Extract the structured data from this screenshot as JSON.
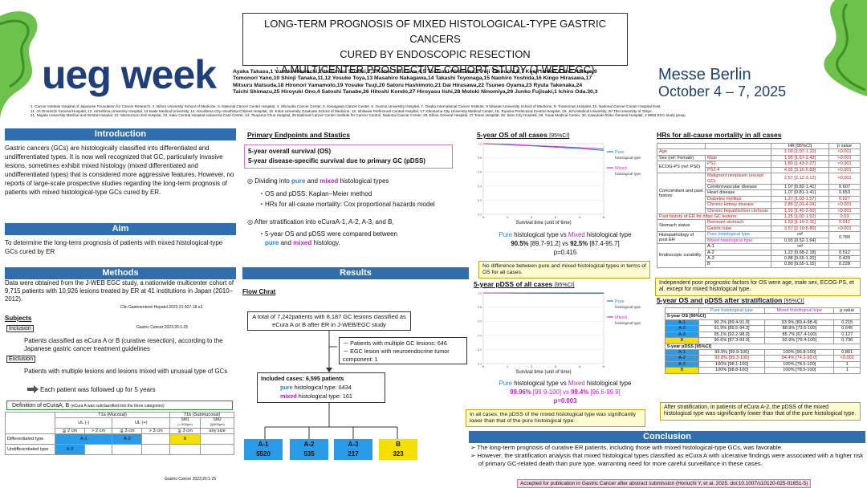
{
  "header": {
    "title_lines": [
      "LONG-TERM PROGNOSIS OF MIXED HISTOLOGICAL-TYPE GASTRIC CANCERS",
      "CURED BY ENDOSCOPIC RESECTION",
      ": A MULTICENTER PROSPECTIVE COHORT STUDY (J-WEB/EGC)"
    ],
    "authors_lines": [
      "Ayaka Takasu,1 Yusuke Horiuchi,1 Haruhisa Suzuki,2,3 Kohei Takizawa,4,5 Toshiaki Hirasawa,1 Yoji Takeuchi,6,7 Kenji Ishido,8 Shu Hoteya,9",
      "Tomonori Yano,10 Shinji Tanaka,11,12 Yosuke Toya,13 Masahiro Nakagawa,14 Takashi Toyonaga,15 Naohiro Yoshida,16 Kingo Hirasawa,17",
      "Mitsuru Matsuda,18 Hironori Yamamoto,19 Yosuke Tsuji,20 Satoru Hashimoto,21 Dai Hirasawa,22 Tsuneo Oyama,23 Ryuta Takenaka,24",
      "Taichi Shimazu,25 Hiroyuki Ono,4 Satoshi Tanabe,26 Hitoshi Kondo,27 Hiroyasu Iishi,28 Motoki Ninomiya,29 Junko Fujisaki,1 Ichiro Oda.30,3"
    ],
    "logo": "ueg week",
    "event_city": "Messe Berlin",
    "event_dates": "October 4 – 7, 2025",
    "affiliations_lines": [
      "1. Cancer Institute Hospital of Japanese Foundation for Cancer Research, 2. Nihon University School of Medicine, 3. National Cancer Center Hospital, 4. Shizuoka Cancer Center, 5. Kanagawa Cancer Center, 6. Gunma University Hospital, 7. Osaka International Cancer Institute, 8 Kitasato University School of Medicine, 9. Toranomon Hospital, 10. National Cancer Center Hospital East,",
      "11. JA Onomichi General Hospital, 12. Hiroshima University Hospital, 13 Iwate Medical University, 14. Hiroshima City Hiroshima Citizens Hospital, 15. Kobe University Graduate School of Medicine, 16. Ishikawa Prefectural Central Hospital, 17 Yokohama City University Medical Center, 18. Toyama Prefectural Central Hospital, 19. Jichi Medical University, 20 The University of Tokyo,",
      "21. Niigata University Medical and Dental Hospital, 22. Mazsuzono 2nd Hospital, 23. Saku Central Hospital Advanced Care Center, 24. Tsuyama Chuo Hospital, 25 National Cancer Center Institute for Cancer Control, National Cancer Center, 26. Ebina General Hospital, 27 Tonan Hospital, 28. Itami City Hospital, 29. Yuuai Medical Center, 30. Kawasaki Rinko General Hospital, J-WEB EGC study group"
    ]
  },
  "intro": {
    "heading": "Introduction",
    "text": "Gastric cancers (GCs) are histologically classified into differentiated and undifferentiated types. It is now well recognized that GC, particularly invasive lesions, sometimes exhibit mixed histology (mixed differentiated and undifferentiated types) that is considered more aggressive features.  However, no reports of large-scale prospective studies regarding the long-term prognosis of patients with mixed histological-type GCs cured by ER."
  },
  "aim": {
    "heading": "Aim",
    "text": "To determine the long-term prognosis of patients with mixed histological-type GCs cured by ER"
  },
  "methods": {
    "heading": "Methods",
    "text": "Data were obtained from the J-WEB EGC study, a nationwide multicenter cohort of 9,715 patients with 10,926 lesions treated by ER at 41 institutions in Japan (2010–2012).",
    "ref1": "Clin Gastroenterol Hepatol 2023;21:307-18.e2.",
    "subjects": "Subjects",
    "ref2": "Gastric Cancer 2023;26:1-25",
    "inclusion": "Inclusion",
    "inclusion_text": "Patients classified as eCura A or B (curative resection), according to the Japanese gastric cancer treatment guidelines",
    "exclusion": "Exclusion",
    "exclusion_text": "Patients with multiple lesions and lesions mixed with unusual type of GCs",
    "followup": "Each patient was followed up for 5 years",
    "def_title": "Definition of eCuraA, B",
    "def_sub": "(eCura A was subclassified into the three categories)",
    "def_table": {
      "t1a": "T1a (Mucosal)",
      "t1b": "T1b (Submucosal)",
      "ul_neg": "UL (-)",
      "ul_pos": "UL (+)",
      "sm1": "SM1",
      "sm1_sub": "(< 500μm)",
      "sm2": "SM2",
      "sm2_sub": "(≧500μm)",
      "sizes": [
        "≦ 2 cm",
        "> 2 cm",
        "≦ 3 cm",
        "> 3 cm",
        "≦ 3 cm",
        "any size"
      ],
      "row1": "Differentiated type",
      "row2": "Undifferentiated type",
      "a1": "A-1",
      "a2": "A-2",
      "b": "B",
      "a3": "A-3"
    },
    "ref3": "Gastric Cancer 2023;26:1-25"
  },
  "endpoints": {
    "heading": "Primary Endpoints and Stastics",
    "box1": "5-year overall survival (OS)",
    "box2": "5-year disease-specific survival due to primary GC (pDSS)",
    "p1_pre": "◎ Dividing into ",
    "p1_pure": "pure",
    "p1_and": " and ",
    "p1_mixed": "mixed",
    "p1_post": " histological types",
    "b1": "・OS and pDSS: Kaplan−Meier method",
    "b2": "・HRs for all-cause mortality: Cox proportional hazards model",
    "p2": "◎ After stratification into eCuraA-1, A-2, A-3, and B,",
    "b3a": "・5-year OS and pDSS were compared between",
    "b3_pure": "pure",
    "b3_and": " and ",
    "b3_mixed": "mixed",
    "b3_post": " histology."
  },
  "results": {
    "heading": "Results",
    "flow_heading": "Flow Chrat",
    "box_top": "A total of 7,242patients with 8,187 GC lesions classified as eCura A or B after ER in J-WEB/EGC study",
    "excl1": "－ Patients with multiple GC lesions: 646",
    "excl2": "－ EGC lesion with neuroendocrine tumor component: 1",
    "incl": "Included cases: 6,595 patients",
    "incl_pure": "pure",
    "incl_pure_rest": " histological type: 6434",
    "incl_mixed": "mixed",
    "incl_mixed_rest": " histological type: 161",
    "groups": [
      {
        "name": "A-1",
        "n": "5520"
      },
      {
        "name": "A-2",
        "n": "535"
      },
      {
        "name": "A-3",
        "n": "217"
      },
      {
        "name": "B",
        "n": "323"
      }
    ]
  },
  "chart_data": [
    {
      "type": "line",
      "title": "5-year OS of all cases",
      "title_suffix": "[95%CI]",
      "xlabel": "Survival time (unit of time)",
      "xticks": [
        0,
        1,
        2,
        3,
        4,
        5
      ],
      "yticks": [
        0.0,
        0.2,
        0.4,
        0.6,
        0.8,
        1.0
      ],
      "ylim": [
        0,
        1
      ],
      "legend_placement": "right",
      "series": [
        {
          "name": "Pure",
          "label2": "histological type",
          "color": "#2a7fd4",
          "x": [
            0,
            1,
            2,
            3,
            4,
            5
          ],
          "y": [
            1.0,
            0.985,
            0.97,
            0.95,
            0.93,
            0.905
          ]
        },
        {
          "name": "Mixed",
          "label2": "histological type",
          "color": "#d030d0",
          "x": [
            0,
            1,
            2,
            3,
            4,
            5
          ],
          "y": [
            1.0,
            0.99,
            0.975,
            0.96,
            0.945,
            0.925
          ]
        }
      ]
    },
    {
      "type": "line",
      "title": "5-year pDSS of all cases",
      "title_suffix": "[95%CI]",
      "xlabel": "Survival time (unit of time)",
      "xticks": [
        0,
        1,
        2,
        3,
        4,
        5
      ],
      "yticks": [
        0.0,
        0.2,
        0.4,
        0.6,
        0.8,
        1.0
      ],
      "ylim": [
        0,
        1
      ],
      "legend_placement": "right",
      "series": [
        {
          "name": "Pure",
          "label2": "histological type",
          "color": "#2a7fd4",
          "x": [
            0,
            1,
            2,
            3,
            4,
            5
          ],
          "y": [
            1.0,
            1.0,
            0.9998,
            0.9996,
            0.9996,
            0.9996
          ]
        },
        {
          "name": "Mixed",
          "label2": "histological type",
          "color": "#d030d0",
          "x": [
            0,
            1,
            2,
            3,
            4,
            5
          ],
          "y": [
            1.0,
            0.998,
            0.996,
            0.994,
            0.994,
            0.994
          ]
        }
      ]
    }
  ],
  "os": {
    "cmp_pure": "Pure",
    "cmp_mid": " histological type vs ",
    "cmp_mixed": "Mixed",
    "cmp_end": " histological type",
    "val_pure": "90.5%",
    "ci_pure": " [89.7-91.2] vs ",
    "val_mixed": "92.5%",
    "ci_mixed": " [87.4-95.7]",
    "p": "p=0.415",
    "note": "No difference between pure and mixed histological types in terms of OS for all cases."
  },
  "pdss": {
    "cmp_pure": "Pure",
    "cmp_mid": " histological type vs ",
    "cmp_mixed": "Mixed",
    "cmp_end": " histological type",
    "val_pure": "99.96%",
    "ci_pure": " [99.9-100] vs ",
    "val_mixed": "99.4%",
    "ci_mixed": " [96.6-99.9]",
    "p": "p=0.003",
    "note": "In all cases, the pDSS of the mixed histological type was significantly lower than that of the pure histological type."
  },
  "hr": {
    "heading": "HRs for all-cause mortality in all cases",
    "col_hr": "HR [95%CI]",
    "col_p": "p value",
    "rows": [
      {
        "g": "Age",
        "s": "",
        "hr": "1.09 [1.07-1.10]",
        "p": "<0.001",
        "red": true
      },
      {
        "g": "Sex (ref: Female)",
        "s": "Male",
        "hr": "1.95 [1.57-2.43]",
        "p": "<0.001",
        "red": true
      },
      {
        "g": "ECOG-PS (ref: PS0)",
        "s": "PS1",
        "hr": "1.80 [1.43-2.27]",
        "p": "<0.001",
        "red": true
      },
      {
        "g": "",
        "s": "PS2-4",
        "hr": "4.65 [3.16-6.83]",
        "p": "<0.001",
        "red": true
      },
      {
        "g": "Concomitant and past history",
        "s": "Malignant neoplasm (except GC)",
        "hr": "2.57 [2.12-3.12]",
        "p": "<0.001",
        "red": true
      },
      {
        "g": "",
        "s": "Cerebrovascular disease",
        "hr": "1.07 [0.82-1.41]",
        "p": "0.607",
        "red": false
      },
      {
        "g": "",
        "s": "Heart disease",
        "hr": "1.07 [0.81-1.41]",
        "p": "0.653",
        "red": false
      },
      {
        "g": "",
        "s": "Diabetes mellitus",
        "hr": "1.27 [1.03-1.57]",
        "p": "0.027",
        "red": true
      },
      {
        "g": "",
        "s": "Chronic kidney disease",
        "hr": "2.85 [2.01-4.04]",
        "p": "<0.001",
        "red": true
      },
      {
        "g": "",
        "s": "Chronic hepatitis/liver cirrhosis",
        "hr": "1.91 [1.40-2.60]",
        "p": "<0.001",
        "red": true
      },
      {
        "g": "Past history of ER for other GC lesions",
        "s": "",
        "hr": "1.25 [1.02-1.52]",
        "p": "0.03",
        "red": true
      },
      {
        "g": "Stomach status",
        "s": "Remnant stomach",
        "hr": "1.52 [1.10-2.11]",
        "p": "0.012",
        "red": true
      },
      {
        "g": "",
        "s": "Gastric tube",
        "hr": "3.57 [2.19-5.80]",
        "p": "<0.001",
        "red": true
      },
      {
        "g": "Histopathology of post ER",
        "s": "Pure histological type",
        "hr": "ref",
        "p": "0.789",
        "red": false
      },
      {
        "g": "",
        "s": "Mixed histological type",
        "hr": "0.93 [0.52-1.64]",
        "p": "",
        "red": false
      },
      {
        "g": "Endoscopic curability",
        "s": "A-1",
        "hr": "ref",
        "p": "",
        "red": false
      },
      {
        "g": "",
        "s": "A-2",
        "hr": "1.22 [0.68-2.18]",
        "p": "0.512",
        "red": false
      },
      {
        "g": "",
        "s": "A-3",
        "hr": "0.88 [0.65-1.20]",
        "p": "0.429",
        "red": false
      },
      {
        "g": "",
        "s": "B",
        "hr": "0.80 [0.55-1.15]",
        "p": "0.228",
        "red": false
      }
    ],
    "note": "Independent poor prognostic factors for OS were age, male sex, ECOG-PS, et al. except for mixed histological type."
  },
  "strat": {
    "heading": "5-year OS and pDSS after stratification",
    "heading_suffix": "[95%CI]",
    "col_pure": "Pure histological type",
    "col_mixed": "Mixed histological type",
    "col_p": "p value",
    "os_label": "5-year OS [95%CI]",
    "os_rows": [
      {
        "c": "A-1",
        "pure": "90.2% [89.4-91.0]",
        "mixed": "93.9% [89.4-98.4]",
        "p": "0.215"
      },
      {
        "c": "A-2",
        "pure": "91.9% [89.5-94.3]",
        "mixed": "88.9% [73.6-100]",
        "p": "0.645"
      },
      {
        "c": "A-3",
        "pure": "95.1% [92.2-98.0]",
        "mixed": "85.7% [67.4-100]",
        "p": "0.127"
      },
      {
        "c": "B",
        "pure": "90.6% [87.3-93.9]",
        "mixed": "92.9% [79.4-100]",
        "p": "0.736"
      }
    ],
    "pdss_label": "5-year pDSS [95%CI]",
    "pdss_rows": [
      {
        "c": "A-1",
        "pure": "99.9% [99.9-100]",
        "mixed": "100% [96.8-100]",
        "p": "0.801",
        "red": false
      },
      {
        "c": "A-2",
        "pure": "99.8% [99.3-100]",
        "mixed": "94.4% [74.2-99.0]",
        "p": "<0.001",
        "red": true
      },
      {
        "c": "A-3",
        "pure": "100% [98.1-100]",
        "mixed": "100% [78.5-100]",
        "p": "1",
        "red": false
      },
      {
        "c": "B",
        "pure": "100% [98.8-100]",
        "mixed": "100% [78.5-100]",
        "p": "1",
        "red": false
      }
    ],
    "note": "After stratification, in patients of eCura A-2, the pDSS of the mixed histological type was significantly lower than that of the pure histological type."
  },
  "conclusion": {
    "heading": "Conclusion",
    "b1": "The long-term prognosis of curative ER patients, including those with mixed histological-type GCs, was favorable.",
    "b2": "However, the stratification analysis that mixed histological types classified as eCura A with ulcerative findings were associated with a higher risk of primary GC-related death than pure type, warranting need for more careful surveillance in these cases.",
    "footer": "Accepted for publication in Gastric Cancer after abstract submission (Horiuchi Y, et al. 2025. doi:10.1007/s10120-025-01651-5)"
  },
  "colors": {
    "band": "#2f6fb0",
    "pure": "#2a7fd4",
    "mixed": "#c020c0",
    "highlight": "#2a9be8",
    "yellow": "#f6e000",
    "red": "#d01010"
  }
}
